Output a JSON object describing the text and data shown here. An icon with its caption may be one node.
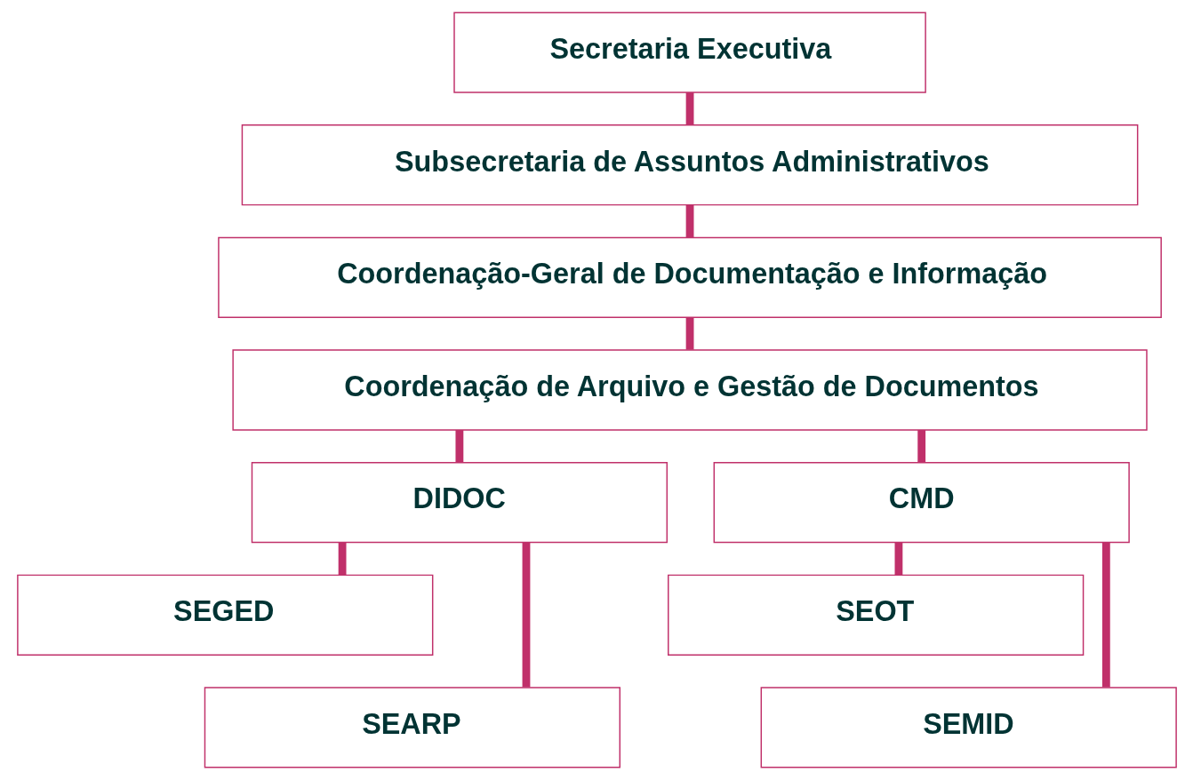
{
  "diagram": {
    "nodes": [
      {
        "text": [
          "Secretaria Executiva"
        ]
      },
      {
        "text": [
          "Subsecretaria de Assuntos Administrativos"
        ]
      },
      {
        "text": [
          "Coordenação-Geral de Documentação e Informação"
        ]
      },
      {
        "text": [
          "Coordenação de Arquivo e Gestão de Documentos"
        ]
      },
      {
        "text": [
          "DIDOC"
        ]
      },
      {
        "text": [
          "CMD"
        ]
      },
      {
        "text": [
          "SEGED"
        ]
      },
      {
        "text": [
          "SEARP"
        ]
      },
      {
        "text": [
          "SEOT"
        ]
      },
      {
        "text": [
          "SEMID"
        ]
      }
    ],
    "edges": [
      {
        "from": 0,
        "to": 1,
        "arrow": "none"
      },
      {
        "from": 1,
        "to": 2,
        "arrow": "none"
      },
      {
        "from": 2,
        "to": 3,
        "arrow": "none"
      },
      {
        "from": 3,
        "to": 4,
        "arrow": "none"
      },
      {
        "from": 3,
        "to": 5,
        "arrow": "none"
      },
      {
        "from": 4,
        "to": 6,
        "arrow": "none"
      },
      {
        "from": 4,
        "to": 7,
        "arrow": "none"
      },
      {
        "from": 5,
        "to": 8,
        "arrow": "none"
      },
      {
        "from": 5,
        "to": 9,
        "arrow": "none"
      }
    ]
  }
}
